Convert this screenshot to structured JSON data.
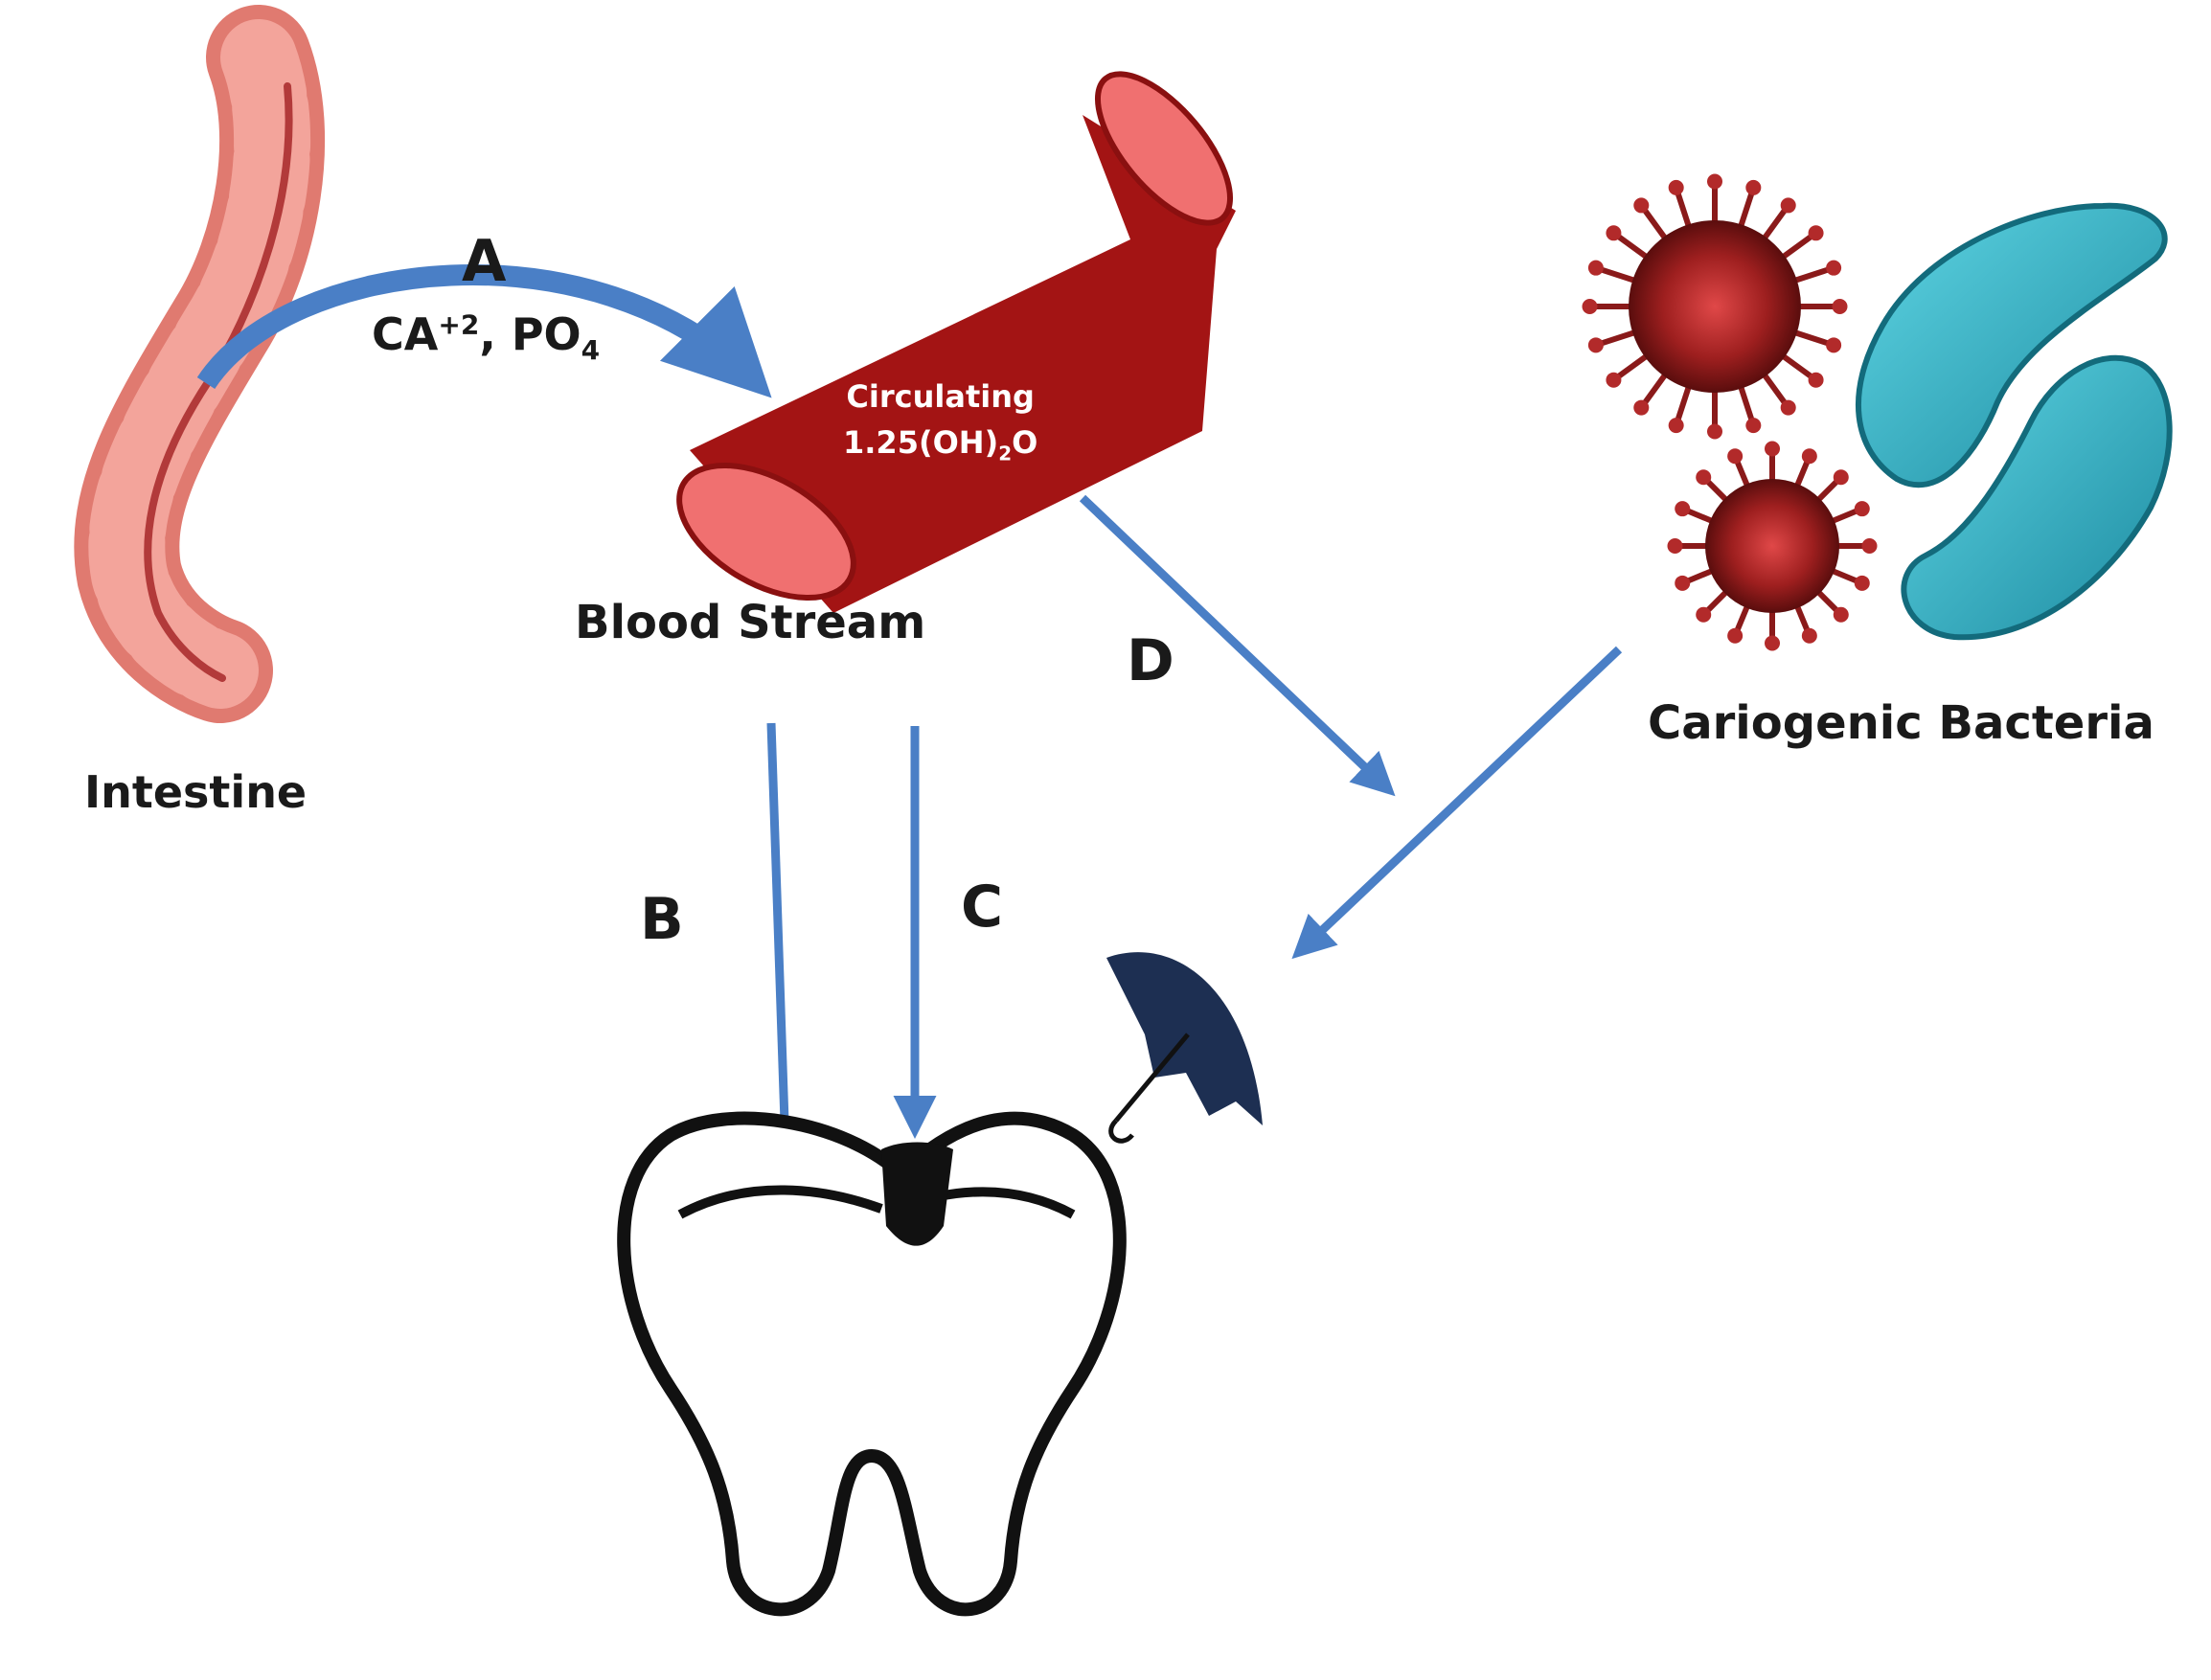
{
  "labels": {
    "intestine": "Intestine",
    "blood_stream": "Blood Stream",
    "cariogenic_bacteria": "Cariogenic Bacteria"
  },
  "vessel": {
    "line1": "Circulating",
    "line2_pre": "1.25(OH)",
    "line2_sub": "2",
    "line2_post": "O"
  },
  "pathway_a": {
    "letter": "A",
    "ion1": "CA",
    "ion1_sup": "+2",
    "separator": ", ",
    "ion2": "PO",
    "ion2_sub": "4"
  },
  "pathways": {
    "b": "B",
    "c": "C",
    "d": "D"
  },
  "colors": {
    "arrow": "#4a7fc6",
    "vessel": "#a31414",
    "vessel_lumen": "#f07070",
    "intestine": "#ee8f86",
    "coccus": "#a02424",
    "bacillus": "#36b8c8",
    "tooth_outline": "#111111",
    "umbrella": "#1d2f52"
  },
  "icons": [
    "intestine-icon",
    "blood-vessel-icon",
    "coccus-bacteria-icon",
    "bacillus-bacteria-icon",
    "umbrella-icon",
    "tooth-icon"
  ]
}
